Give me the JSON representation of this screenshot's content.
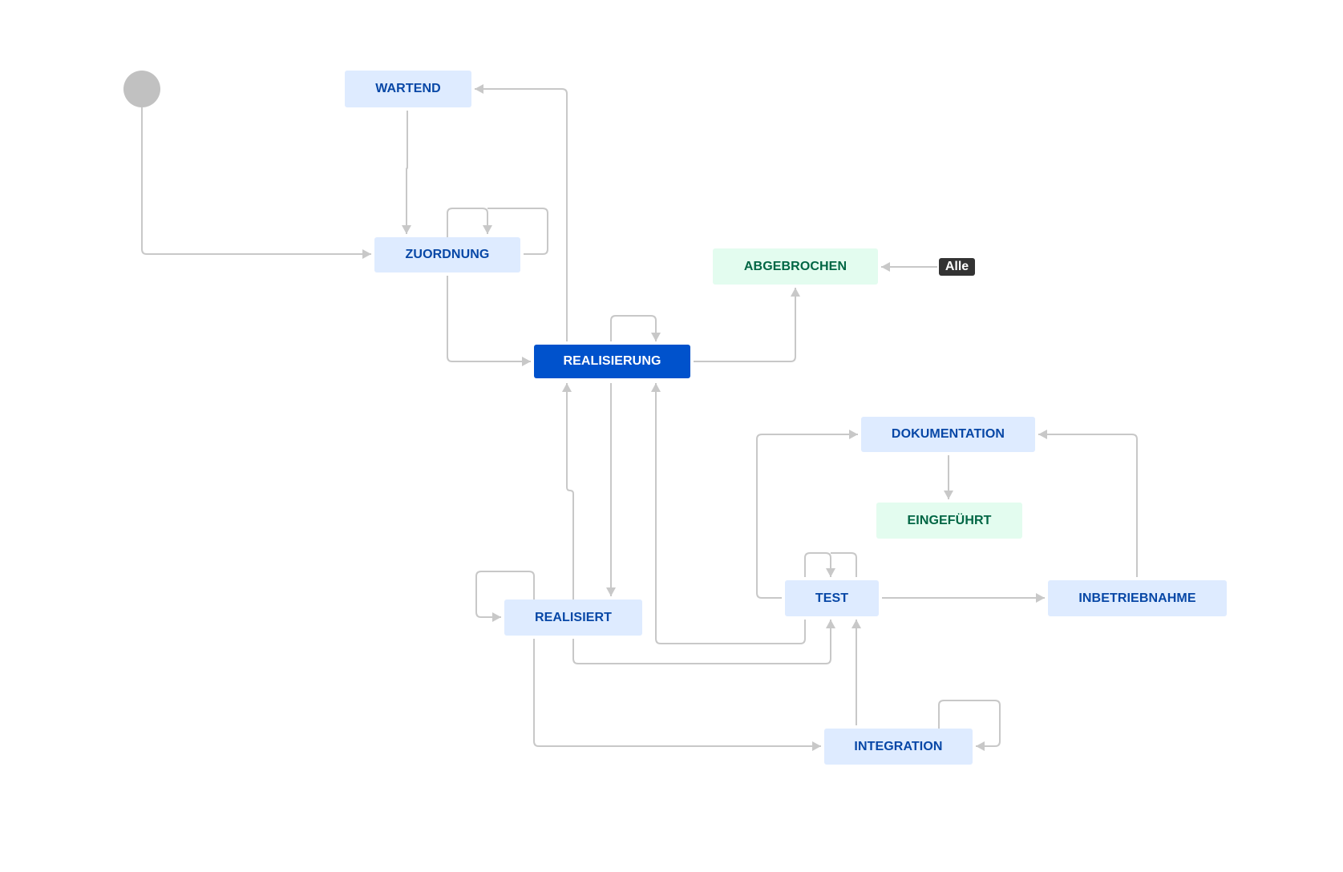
{
  "statuses": {
    "wartend": "WARTEND",
    "zuordnung": "ZUORDNUNG",
    "abgebrochen": "ABGEBROCHEN",
    "realisierung": "REALISIERUNG",
    "dokumentation": "DOKUMENTATION",
    "eingefuehrt": "EINGEFÜHRT",
    "test": "TEST",
    "inbetriebnahme": "INBETRIEBNAHME",
    "realisiert": "REALISIERT",
    "integration": "INTEGRATION"
  },
  "global_transition_label": "Alle",
  "colors": {
    "todo_bg": "#deebff",
    "todo_text": "#0747a6",
    "done_bg": "#e3fcef",
    "done_text": "#006644",
    "current_bg": "#0052cc",
    "current_text": "#ffffff",
    "edge": "#c8c8c8",
    "start": "#c1c1c1",
    "badge": "#333333"
  }
}
